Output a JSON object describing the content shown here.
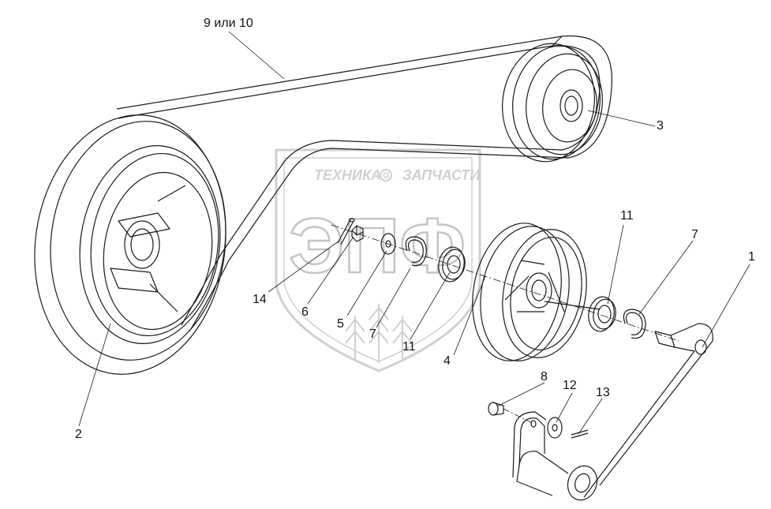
{
  "watermark": {
    "line1": "ТЕХНИКА",
    "line2": "ЗАПЧАСТИ",
    "logo": "ЭПФ",
    "color": "#c8c8c8"
  },
  "callouts": {
    "c_9_10": "9 или 10",
    "c_3": "3",
    "c_11_right": "11",
    "c_7_right": "7",
    "c_1": "1",
    "c_14": "14",
    "c_6": "6",
    "c_5": "5",
    "c_7_left": "7",
    "c_11_left": "11",
    "c_4": "4",
    "c_8": "8",
    "c_12": "12",
    "c_13": "13",
    "c_2": "2"
  },
  "colors": {
    "line": "#1a1a1a",
    "background": "#ffffff"
  }
}
